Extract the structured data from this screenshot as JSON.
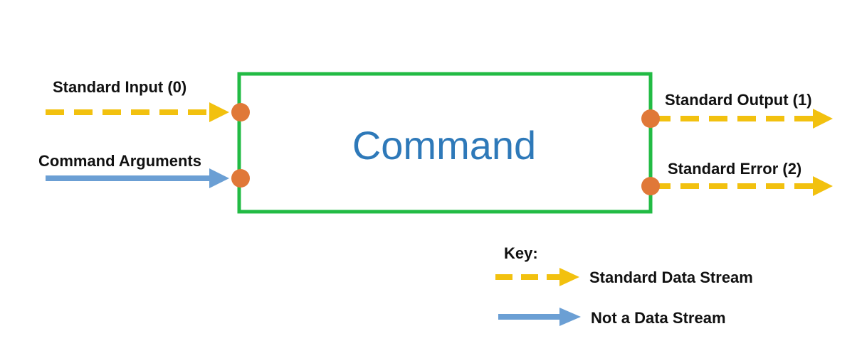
{
  "diagram": {
    "command_label": "Command",
    "inputs": {
      "standard_input": "Standard Input (0)",
      "command_arguments": "Command Arguments"
    },
    "outputs": {
      "standard_output": "Standard Output (1)",
      "standard_error": "Standard Error (2)"
    },
    "key": {
      "title": "Key:",
      "standard_data_stream": "Standard Data Stream",
      "not_a_data_stream": "Not a Data Stream"
    }
  },
  "colors": {
    "box_border": "#22bb44",
    "command_text": "#2e79b9",
    "data_stream": "#f2c10f",
    "non_data_stream": "#6b9fd4",
    "port": "#e07838",
    "label_text": "#111111"
  }
}
